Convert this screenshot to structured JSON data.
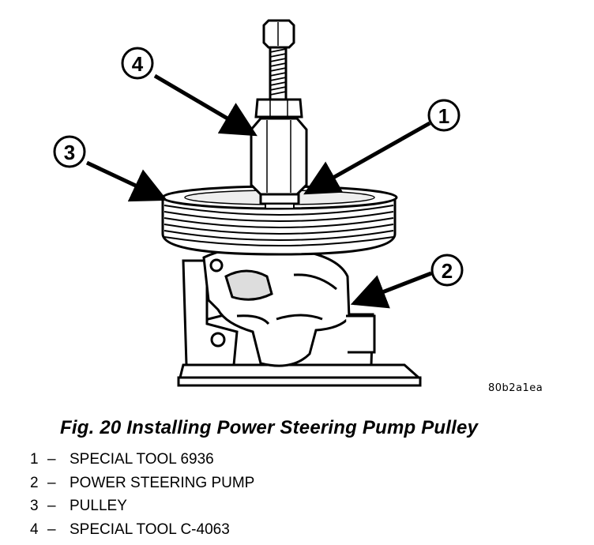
{
  "figure": {
    "callouts": [
      {
        "number": "1",
        "target": "special-tool-6936"
      },
      {
        "number": "2",
        "target": "power-steering-pump"
      },
      {
        "number": "3",
        "target": "pulley"
      },
      {
        "number": "4",
        "target": "special-tool-c-4063"
      }
    ],
    "image_code": "80b2a1ea"
  },
  "caption": "Fig. 20 Installing Power Steering Pump Pulley",
  "legend": [
    {
      "number": "1",
      "dash": "–",
      "label": "SPECIAL TOOL 6936"
    },
    {
      "number": "2",
      "dash": "–",
      "label": "POWER STEERING PUMP"
    },
    {
      "number": "3",
      "dash": "–",
      "label": "PULLEY"
    },
    {
      "number": "4",
      "dash": "–",
      "label": "SPECIAL TOOL C-4063"
    }
  ]
}
